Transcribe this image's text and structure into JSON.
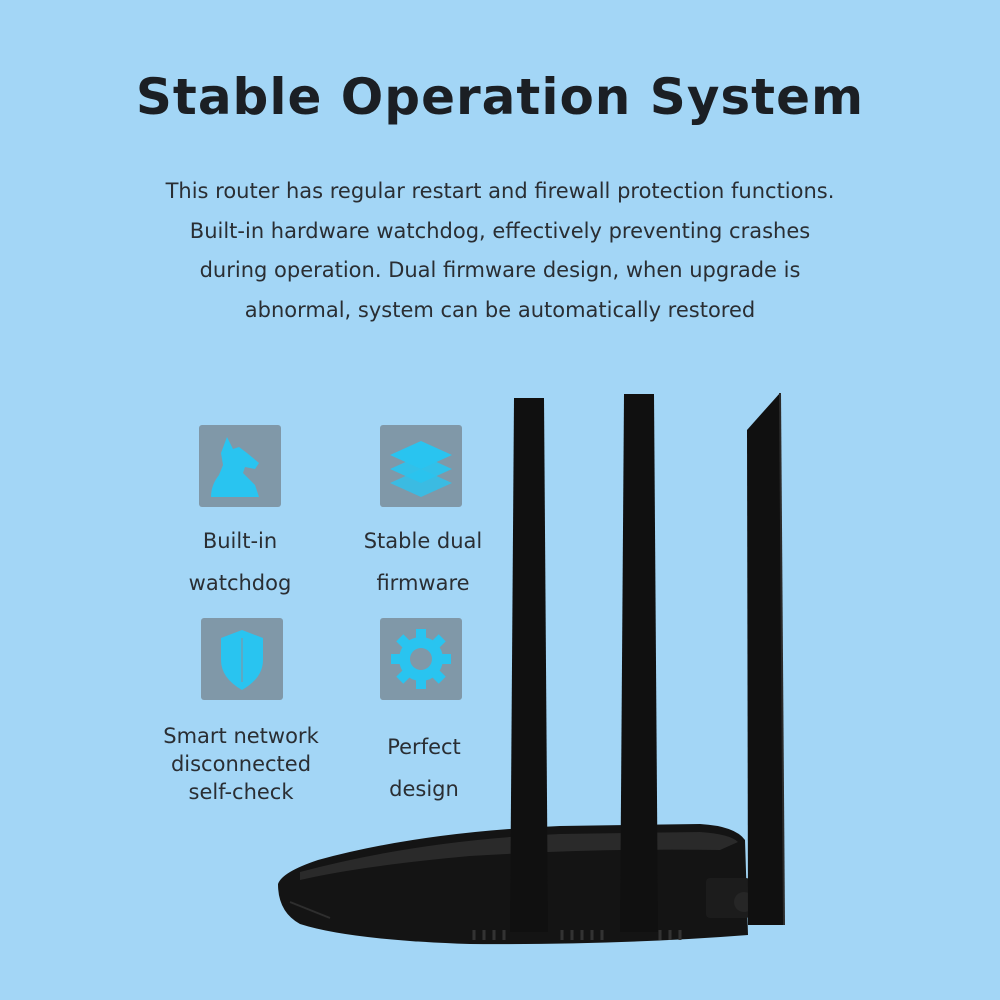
{
  "header": {
    "title": "Stable Operation System",
    "description": [
      "This router has regular restart and firewall protection functions.",
      "Built-in hardware watchdog, effectively preventing crashes",
      "during operation. Dual firmware design, when upgrade is",
      "abnormal, system can be automatically restored"
    ]
  },
  "features": [
    {
      "icon": "watchdog-icon",
      "label_lines": [
        "Built-in",
        "watchdog"
      ]
    },
    {
      "icon": "layers-icon",
      "label_lines": [
        "Stable dual",
        "firmware"
      ]
    },
    {
      "icon": "shield-icon",
      "label_lines": [
        "Smart network",
        "disconnected",
        "self-check"
      ]
    },
    {
      "icon": "gear-icon",
      "label_lines": [
        "Perfect",
        "design"
      ]
    }
  ],
  "colors": {
    "background": "#a3d6f6",
    "tile": "#8098a8",
    "icon_accent": "#29c4f0",
    "router": "#141414"
  }
}
